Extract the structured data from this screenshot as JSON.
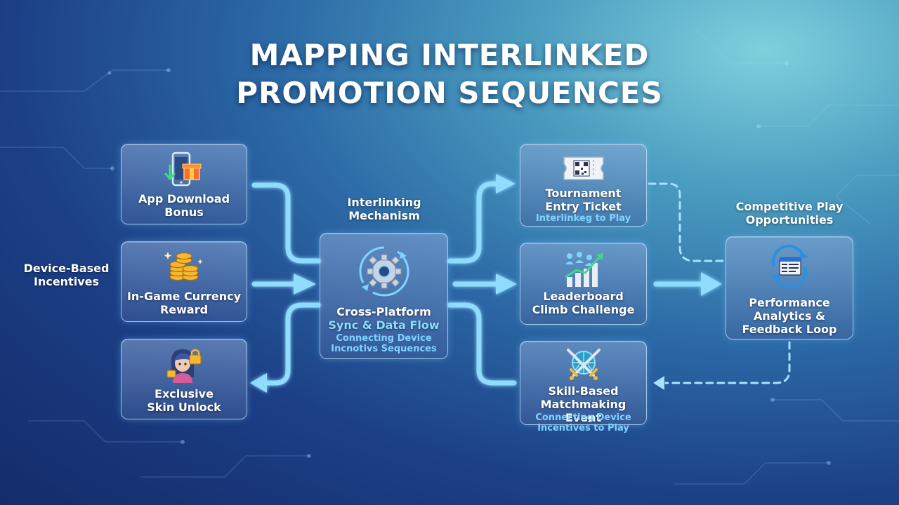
{
  "title": {
    "line1": "MAPPING INTERLINKED",
    "line2": "PROMOTION SEQUENCES"
  },
  "sections": {
    "device_incentives": {
      "line1": "Device-Based",
      "line2": "Incentives"
    },
    "interlinking": {
      "line1": "Interlinking",
      "line2": "Mechanism"
    },
    "competitive": {
      "line1": "Competitive Play",
      "line2": "Opportunities"
    }
  },
  "nodes": {
    "app_download": {
      "line1": "App Download",
      "line2": "Bonus",
      "icon": "phone-gift-icon"
    },
    "currency": {
      "line1": "In-Game Currency",
      "line2": "Reward",
      "icon": "coins-icon"
    },
    "skin": {
      "line1": "Exclusive",
      "line2": "Skin Unlock",
      "icon": "avatar-lock-icon"
    },
    "hub": {
      "line1": "Cross-Platform",
      "line2": "Sync & Data Flow",
      "sub1": "Connecting Device",
      "sub2": "Incnotivs Sequences",
      "icon": "gear-sync-icon"
    },
    "tournament": {
      "line1": "Tournament",
      "line2": "Entry Ticket",
      "sub1": "Interlinkeg to Play",
      "icon": "ticket-qr-icon"
    },
    "leaderboard": {
      "line1": "Leaderboard",
      "line2": "Climb Challenge",
      "icon": "leaderboard-chart-icon"
    },
    "skill": {
      "line1": "Skill-Based",
      "line2": "Matchmaking Event",
      "sub1": "Connecting Device",
      "sub2": "Incentives to Play",
      "icon": "crossed-swords-icon"
    },
    "analytics": {
      "line1": "Performance",
      "line2": "Analytics &",
      "line3": "Feedback Loop",
      "icon": "analytics-loop-icon"
    }
  },
  "colors": {
    "arrow": "#8fdcff",
    "accent_text": "#7fd4ff",
    "card_border": "#bee1ff"
  }
}
